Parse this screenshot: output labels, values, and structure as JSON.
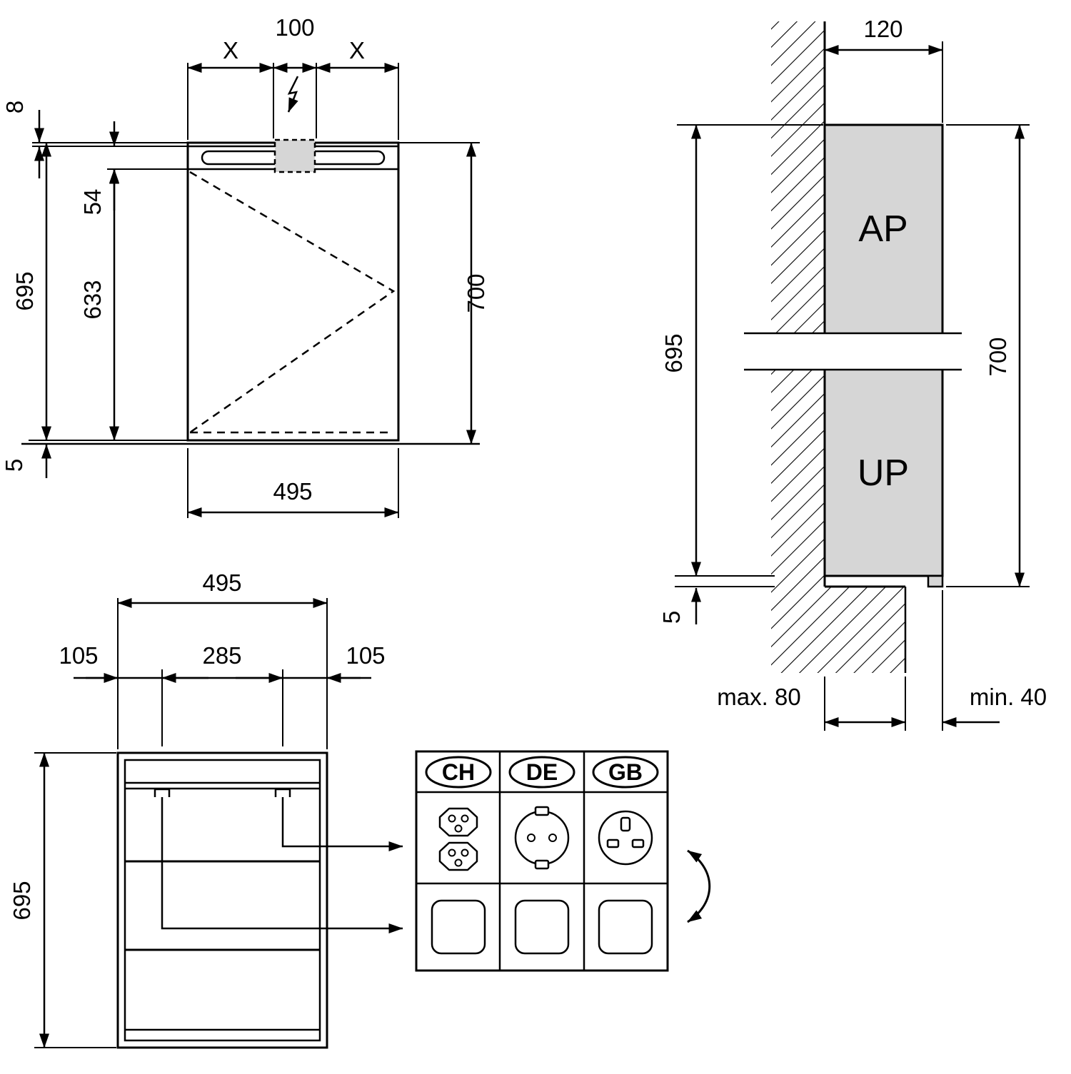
{
  "front_view": {
    "x_left": "X",
    "center_width": "100",
    "x_right": "X",
    "top_gap": "8",
    "light_offset": "54",
    "body_height": "633",
    "carcass_height": "695",
    "door_offset": "5",
    "total_height": "700",
    "width": "495"
  },
  "side_view": {
    "depth": "120",
    "surface_mount_label": "AP",
    "flush_mount_label": "UP",
    "carcass_height": "695",
    "door_offset": "5",
    "total_height": "700",
    "max_depth": "max. 80",
    "min_clearance": "min. 40"
  },
  "bottom_view": {
    "width": "495",
    "left_inset": "105",
    "socket_spacing": "285",
    "right_inset": "105",
    "height": "695"
  },
  "socket_table": {
    "headers": [
      "CH",
      "DE",
      "GB"
    ]
  },
  "colors": {
    "line": "#000000",
    "cabinet_fill": "#d6d6d6",
    "background": "#ffffff"
  }
}
